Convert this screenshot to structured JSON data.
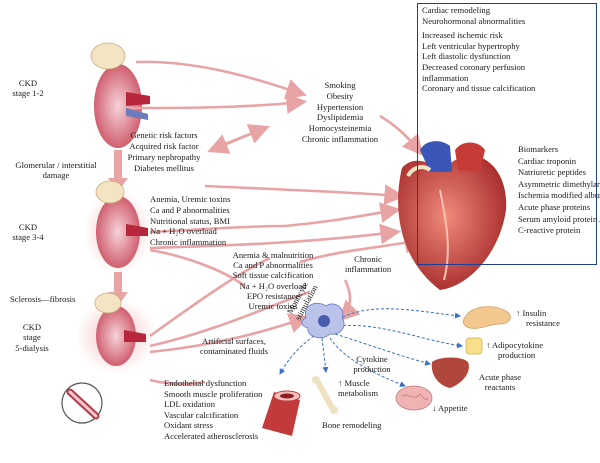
{
  "ckd_stages": {
    "stage12": [
      "CKD",
      "stage 1-2"
    ],
    "stage34": [
      "CKD",
      "stage 3-4"
    ],
    "stage5": [
      "CKD",
      "stage",
      "5-dialysis"
    ]
  },
  "transitions": {
    "glomerular": [
      "Glomerular / interstitial",
      "damage"
    ],
    "sclerosis": "Sclerosis—fibrosis"
  },
  "traditional_risk": [
    "Smoking",
    "Obesity",
    "Hypertension",
    "Dyslipidemia",
    "Homocysteinemia",
    "Chronic inflammation"
  ],
  "genetic_risk": [
    "Genetic risk factors",
    "Acquired risk factor",
    "Primary nephropathy",
    "Diabetes mellitus"
  ],
  "stage34_factors": [
    "Anemia, Uremic toxins",
    "Ca and P abnormalities",
    "Nutritional status, BMI",
    "Na + H₂O overload",
    "Chronic inflammation"
  ],
  "stage5_factors": [
    "Anemia & malnutrition",
    "Ca and P abnormalities",
    "Soft tissue calcification",
    "Na + H₂O overload",
    "EPO resistance",
    "Uremic toxins"
  ],
  "cardiac_outcomes": [
    "Cardiac remodeling",
    "Neurohormonal abnormalities",
    "Increased ischemic risk",
    "Left ventricular hypertrophy",
    "Left diastolic dysfunction",
    "Decreased coronary perfusion",
    "inflammation",
    "Coronary and tissue calcification"
  ],
  "biomarkers": [
    "Biomarkers",
    "Cardiac troponin",
    "Natriuretic peptides",
    "Asymmetric dimethylarginine",
    "Ischemia modified albumin",
    "Acute phase proteins",
    "Serum amyloid protein A",
    "C-reactive protein"
  ],
  "chronic_inflammation": [
    "Chronic",
    "inflammation"
  ],
  "monocyte_stimulation": [
    "Monocyte",
    "stimulation"
  ],
  "artificial_surfaces": [
    "Artificial surfaces,",
    "contaminated fluids"
  ],
  "cytokine_production": [
    "Cytokine",
    "production"
  ],
  "insulin_resistance": [
    "↑ Insulin",
    "resistance"
  ],
  "adipocytokine": [
    "↑ Adipocytokine",
    "production"
  ],
  "acute_phase": [
    "Acute phase",
    "reactants"
  ],
  "appetite": "↓ Appetite",
  "muscle_metabolism": [
    "↑ Muscle",
    "metabolism"
  ],
  "bone_remodeling": "Bone remodeling",
  "vascular_effects": [
    "Endothelial dysfunction",
    "Smooth muscle proliferation",
    "LDL oxidation",
    "Vascular calcification",
    "Oxidant stress",
    "Accelerated atherosclerosis"
  ],
  "colors": {
    "arrow": "#e8a4a4",
    "kidney": "#c8485a",
    "heart": "#c73b36",
    "box_border": "#1f3f8f",
    "dashed": "#3a6fc4"
  }
}
